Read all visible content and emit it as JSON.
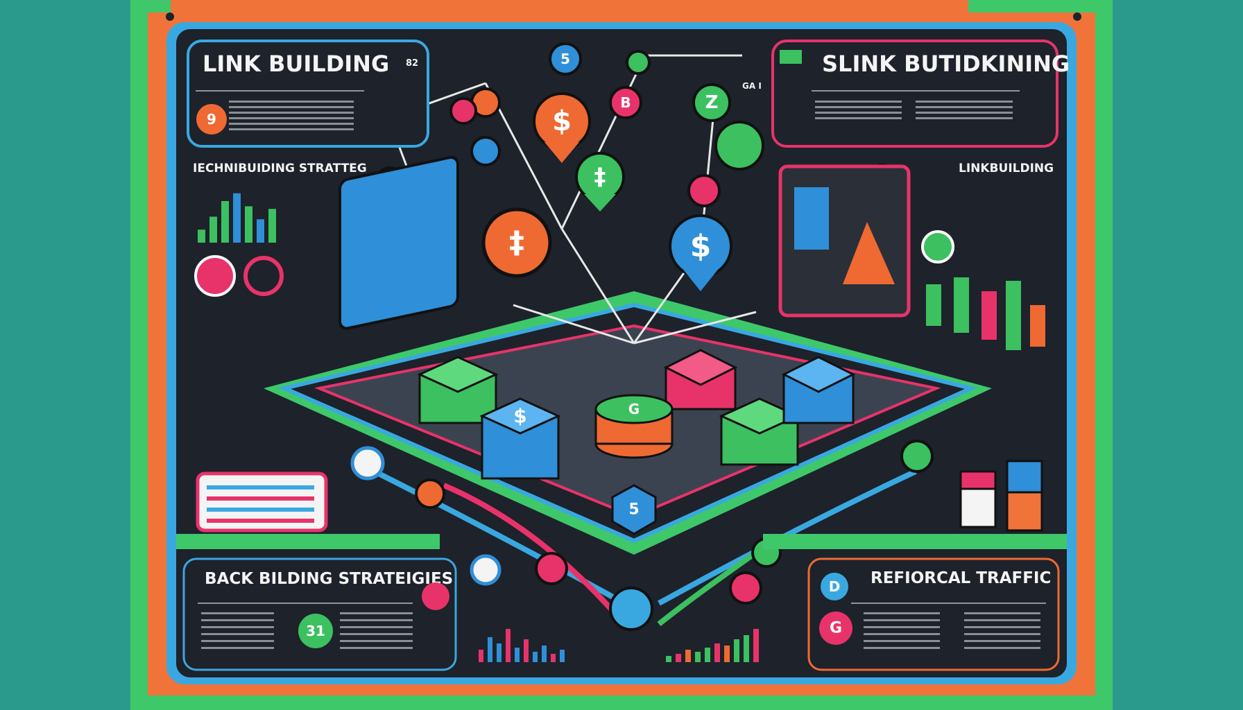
{
  "colors": {
    "background": "#2a9a8c",
    "green_frame": "#3ec86a",
    "orange_frame": "#f0733a",
    "blue_frame": "#3aa8e0",
    "panel": "#1d222b",
    "pink": "#e8336a",
    "green": "#3cc060",
    "blue": "#2f8fd8",
    "orange": "#ee6a32"
  },
  "panels": {
    "top_left": {
      "title": "LINK BUILDING",
      "badge": "9",
      "tag": "82"
    },
    "top_right": {
      "title": "SLINK BUTIDKINING",
      "tag": "GA I"
    },
    "bottom_left": {
      "title": "BACK BILDING STRATEIGIES",
      "badge": "31"
    },
    "bottom_right": {
      "title": "REFIORCAL TRAFFIC",
      "badge_top": "D",
      "badge_bottom": "G"
    }
  },
  "section_labels": {
    "left": "IECHNIBUIDING STRATTEG",
    "right": "LINKBUILDING"
  },
  "left_chart": {
    "levels": [
      0.25,
      0.5,
      0.8,
      0.95,
      0.7,
      0.45,
      0.65
    ]
  },
  "bottom_chart_left": {
    "levels": [
      0.3,
      0.6,
      0.45,
      0.8,
      0.35,
      0.55,
      0.25,
      0.4,
      0.2,
      0.3
    ]
  },
  "bottom_chart_right": {
    "levels": [
      0.15,
      0.2,
      0.3,
      0.25,
      0.35,
      0.45,
      0.4,
      0.55,
      0.65,
      0.8
    ]
  },
  "nodes": {
    "pin_left": "$",
    "pin_center": "$",
    "pin_green": "‡",
    "node_z": "Z",
    "node_b": "B",
    "node_5": "5",
    "coin_big": "‡",
    "hex_left": "$",
    "hex_center": "G",
    "hex_blue": "5"
  }
}
